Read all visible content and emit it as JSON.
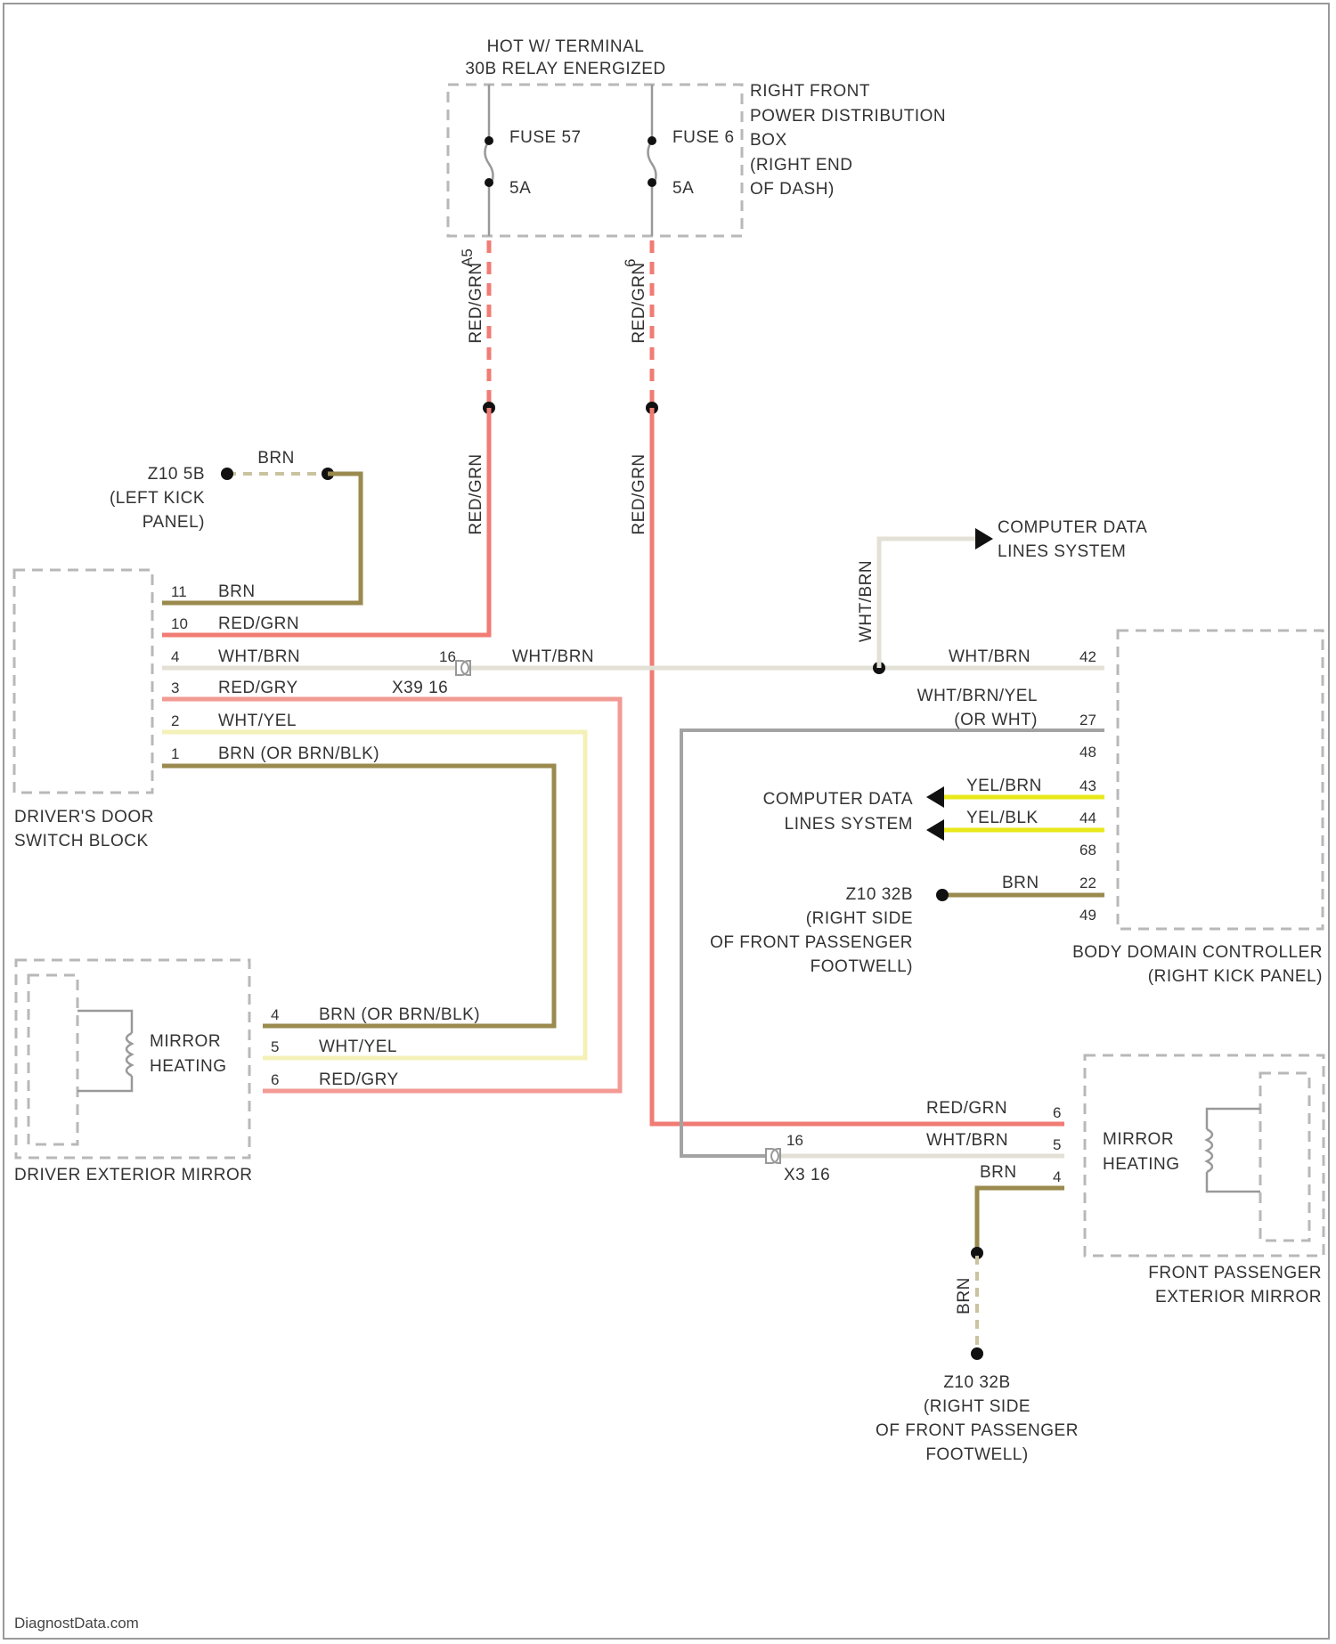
{
  "supply": {
    "line1": "HOT W/ TERMINAL",
    "line2": "30B RELAY ENERGIZED"
  },
  "fuse_box": {
    "line1": "RIGHT FRONT",
    "line2": "POWER DISTRIBUTION",
    "line3": "BOX",
    "line4": "(RIGHT END",
    "line5": "OF DASH)",
    "fuse_a_name": "FUSE 57",
    "fuse_a_rating": "5A",
    "fuse_a_pin": "A5",
    "fuse_b_name": "FUSE 6",
    "fuse_b_rating": "5A",
    "fuse_b_pin": "6"
  },
  "wire_colors": {
    "red_grn": "RED/GRN",
    "red_gry": "RED/GRY",
    "wht_brn": "WHT/BRN",
    "wht_yel": "WHT/YEL",
    "brn": "BRN",
    "brn_or_brnblk": "BRN  (OR BRN/BLK)",
    "wht_brn_yel": "WHT/BRN/YEL",
    "or_wht": "(OR WHT)",
    "yel_brn": "YEL/BRN",
    "yel_blk": "YEL/BLK"
  },
  "grounds": {
    "left_kick": {
      "id": "Z10 5B",
      "line1": "(LEFT KICK",
      "line2": "PANEL)"
    },
    "right_footwell_a": {
      "id": "Z10 32B",
      "line1": "(RIGHT SIDE",
      "line2": "OF FRONT PASSENGER",
      "line3": "FOOTWELL)"
    },
    "right_footwell_b": {
      "id": "Z10 32B",
      "line1": "(RIGHT SIDE",
      "line2": "OF FRONT PASSENGER",
      "line3": "FOOTWELL)"
    }
  },
  "driver_switch_block": {
    "name1": "DRIVER'S DOOR",
    "name2": "SWITCH BLOCK",
    "pins": [
      "11",
      "10",
      "4",
      "3",
      "2",
      "1"
    ]
  },
  "connectors": {
    "x39": "X39 16",
    "x39_pin": "16",
    "x3": "X3 16",
    "x3_pin": "16"
  },
  "driver_mirror": {
    "name": "DRIVER EXTERIOR MIRROR",
    "heating1": "MIRROR",
    "heating2": "HEATING",
    "pins": [
      "4",
      "5",
      "6"
    ]
  },
  "passenger_mirror": {
    "name1": "FRONT PASSENGER",
    "name2": "EXTERIOR MIRROR",
    "heating1": "MIRROR",
    "heating2": "HEATING",
    "pins": [
      "6",
      "5",
      "4"
    ]
  },
  "bdc": {
    "name1": "BODY DOMAIN CONTROLLER",
    "name2": "(RIGHT KICK PANEL)",
    "pins": [
      "42",
      "27",
      "48",
      "43",
      "44",
      "68",
      "22",
      "49"
    ]
  },
  "data_lines": {
    "line1": "COMPUTER DATA",
    "line2": "LINES SYSTEM"
  },
  "watermark": "DiagnostData.com",
  "colors": {
    "red": "#f07c74",
    "red_light": "#f29a93",
    "brown": "#9a8a4e",
    "white": "#e8e6dc",
    "yellow": "#e8e81a",
    "yellow_pale": "#f4f1b8",
    "gray": "#a3a3a3",
    "frame": "#b8b8b8"
  }
}
